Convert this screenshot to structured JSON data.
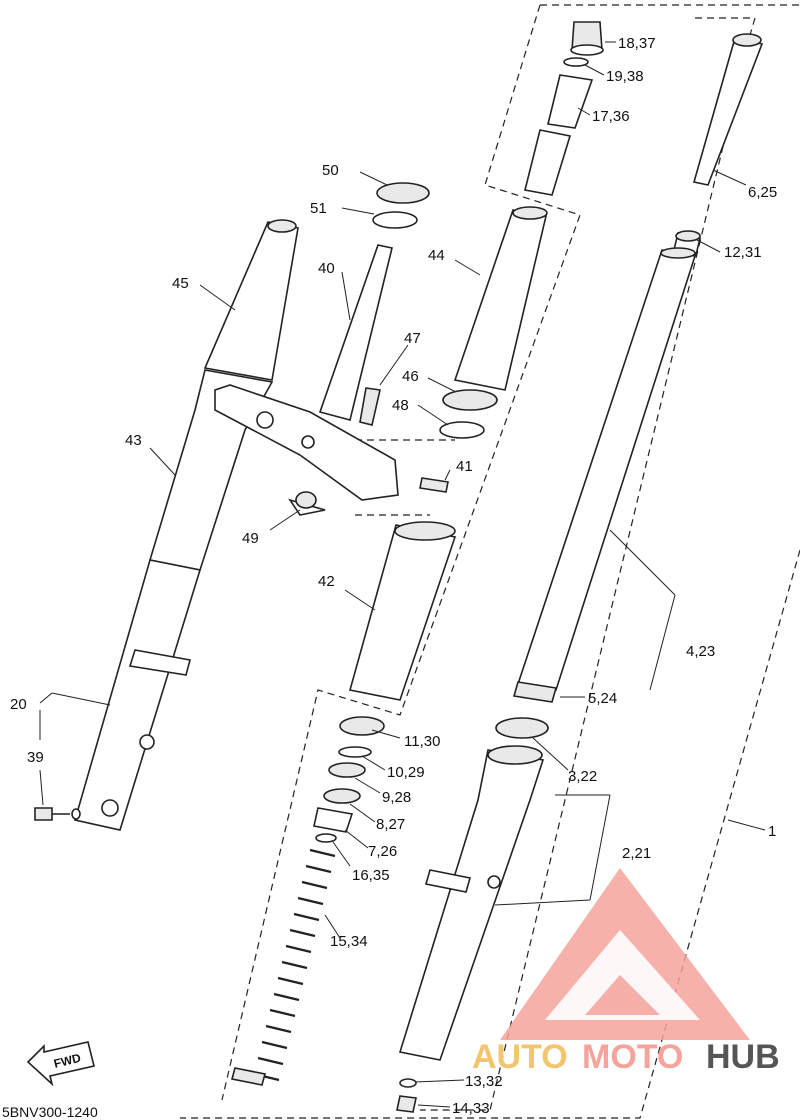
{
  "diagram_code": "5BNV300-1240",
  "fwd_label": "FWD",
  "watermark": {
    "auto": "AUTO",
    "moto": "MOTO",
    "hub": "HUB",
    "color_light": "#f5a39b",
    "color_mid": "#f2c56e",
    "color_dark": "#555555"
  },
  "callouts": {
    "p1": "1",
    "p2_21": "2,21",
    "p3_22": "3,22",
    "p4_23": "4,23",
    "p5_24": "5,24",
    "p6_25": "6,25",
    "p7_26": "7,26",
    "p8_27": "8,27",
    "p9_28": "9,28",
    "p10_29": "10,29",
    "p11_30": "11,30",
    "p12_31": "12,31",
    "p13_32": "13,32",
    "p14_33": "14,33",
    "p15_34": "15,34",
    "p16_35": "16,35",
    "p17_36": "17,36",
    "p18_37": "18,37",
    "p19_38": "19,38",
    "p20": "20",
    "p39": "39",
    "p40": "40",
    "p41": "41",
    "p42": "42",
    "p43": "43",
    "p44": "44",
    "p45": "45",
    "p46": "46",
    "p47": "47",
    "p48": "48",
    "p49": "49",
    "p50": "50",
    "p51": "51"
  }
}
